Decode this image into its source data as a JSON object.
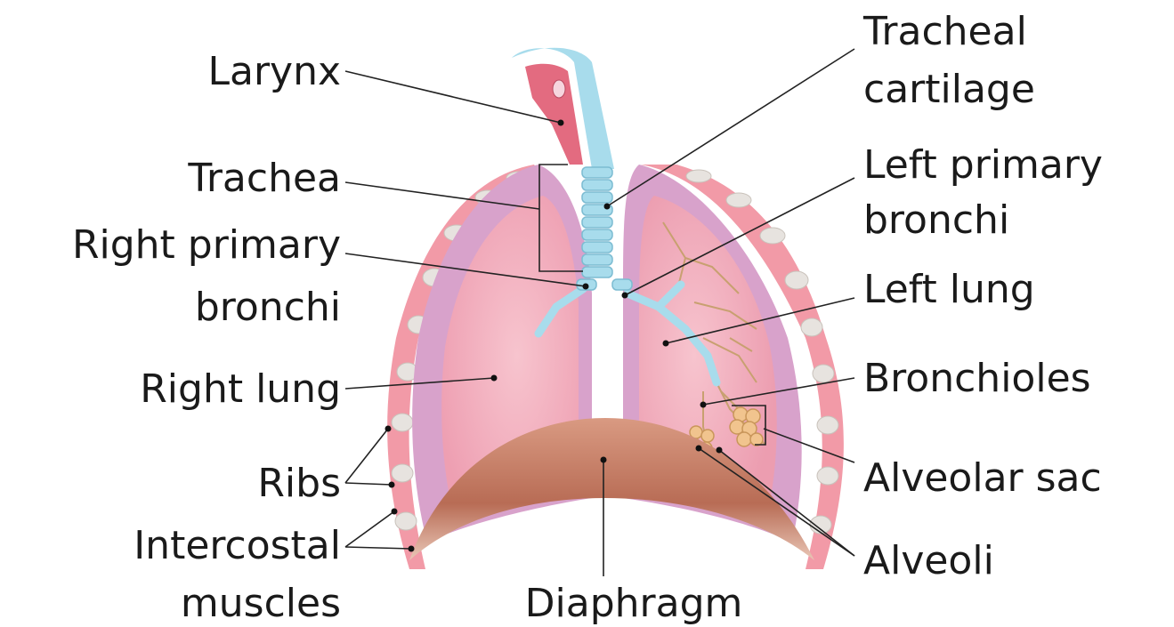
{
  "labels": {
    "larynx": "Larynx",
    "trachea": "Trachea",
    "right_primary_bronchi_1": "Right primary",
    "right_primary_bronchi_2": "bronchi",
    "right_lung": "Right lung",
    "ribs": "Ribs",
    "intercostal_1": "Intercostal",
    "intercostal_2": "muscles",
    "diaphragm": "Diaphragm",
    "tracheal_cartilage_1": "Tracheal",
    "tracheal_cartilage_2": "cartilage",
    "left_primary_bronchi_1": "Left primary",
    "left_primary_bronchi_2": "bronchi",
    "left_lung": "Left lung",
    "bronchioles": "Bronchioles",
    "alveolar_sac": "Alveolar sac",
    "alveoli": "Alveoli"
  },
  "colors": {
    "lung_outer": "#d9a3c9",
    "lung_inner": "#f4b7c6",
    "trachea": "#a8dcec",
    "diaphragm": "#c9826c",
    "rib": "#e8e2dc",
    "muscle": "#f08a98",
    "bronchiole": "#c8a070"
  }
}
